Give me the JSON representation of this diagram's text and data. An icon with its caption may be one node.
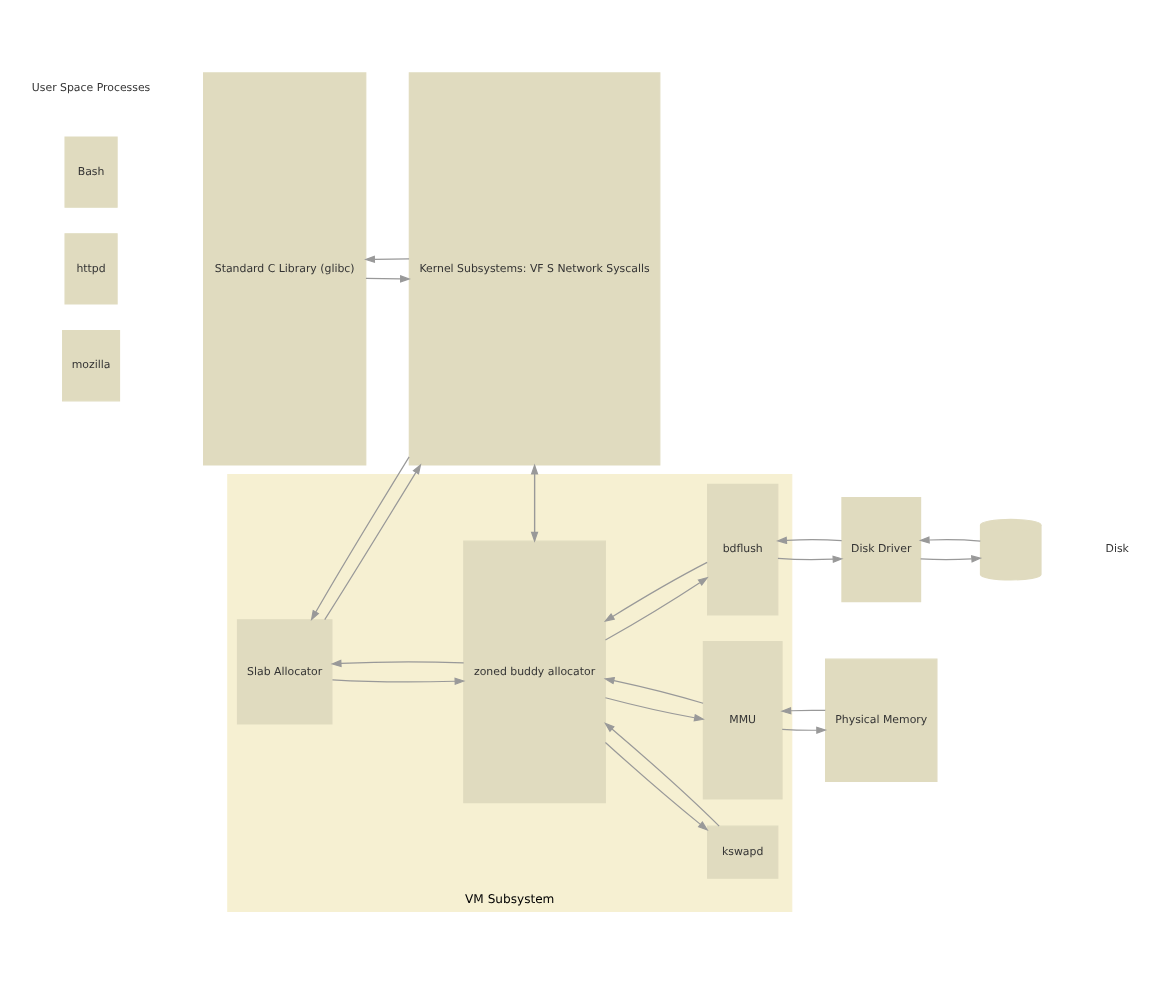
{
  "diagram": {
    "nodes": [
      {
        "text": [
          "Bash"
        ]
      },
      {
        "text": [
          "httpd"
        ]
      },
      {
        "text": [
          "mozilla"
        ]
      },
      {
        "text": [
          "Standard C Library (glibc)"
        ]
      },
      {
        "text": [
          "Kernel Subsystems: VF S Network Syscalls"
        ]
      },
      {
        "text": [
          "VM Subsystem"
        ]
      },
      {
        "text": [
          "Slab Allocator"
        ],
        "in": 5
      },
      {
        "text": [
          "zoned buddy allocator"
        ],
        "in": 5
      },
      {
        "text": [
          "kswapd"
        ],
        "in": 5
      },
      {
        "text": [
          "bdflush"
        ],
        "in": 5
      },
      {
        "text": [
          "MMU"
        ],
        "in": 5
      },
      {
        "text": [
          "Physical Memory"
        ]
      },
      {
        "text": [
          "Disk Driver"
        ]
      },
      {
        "text": [],
        "shape": "cylinder"
      }
    ],
    "edges": [
      {
        "from": 3,
        "to": 4,
        "arrow": "to"
      },
      {
        "from": 4,
        "to": 3,
        "arrow": "to"
      },
      {
        "from": 4,
        "to": 6,
        "arrow": "to"
      },
      {
        "from": 6,
        "to": 4,
        "arrow": "to"
      },
      {
        "from": 6,
        "to": 7,
        "arrow": "to"
      },
      {
        "from": 7,
        "to": 6,
        "arrow": "to"
      },
      {
        "from": 7,
        "to": 10,
        "arrow": "to"
      },
      {
        "from": 10,
        "to": 7,
        "arrow": "to"
      },
      {
        "from": 10,
        "to": 11,
        "arrow": "to"
      },
      {
        "from": 11,
        "to": 10,
        "arrow": "to"
      },
      {
        "from": 4,
        "to": 7,
        "arrow": "to"
      },
      {
        "from": 7,
        "to": 4,
        "arrow": "to"
      },
      {
        "from": 8,
        "to": 7,
        "arrow": "to"
      },
      {
        "from": 7,
        "to": 8,
        "arrow": "to"
      },
      {
        "from": 9,
        "to": 7,
        "arrow": "to"
      },
      {
        "from": 7,
        "to": 9,
        "arrow": "to"
      },
      {
        "from": 9,
        "to": 12,
        "arrow": "to"
      },
      {
        "from": 12,
        "to": 9,
        "arrow": "to"
      },
      {
        "from": 12,
        "to": 13,
        "arrow": "to"
      },
      {
        "from": 13,
        "to": 12,
        "arrow": "to"
      }
    ],
    "labels": [
      "User Space Processes",
      "Disk"
    ]
  }
}
